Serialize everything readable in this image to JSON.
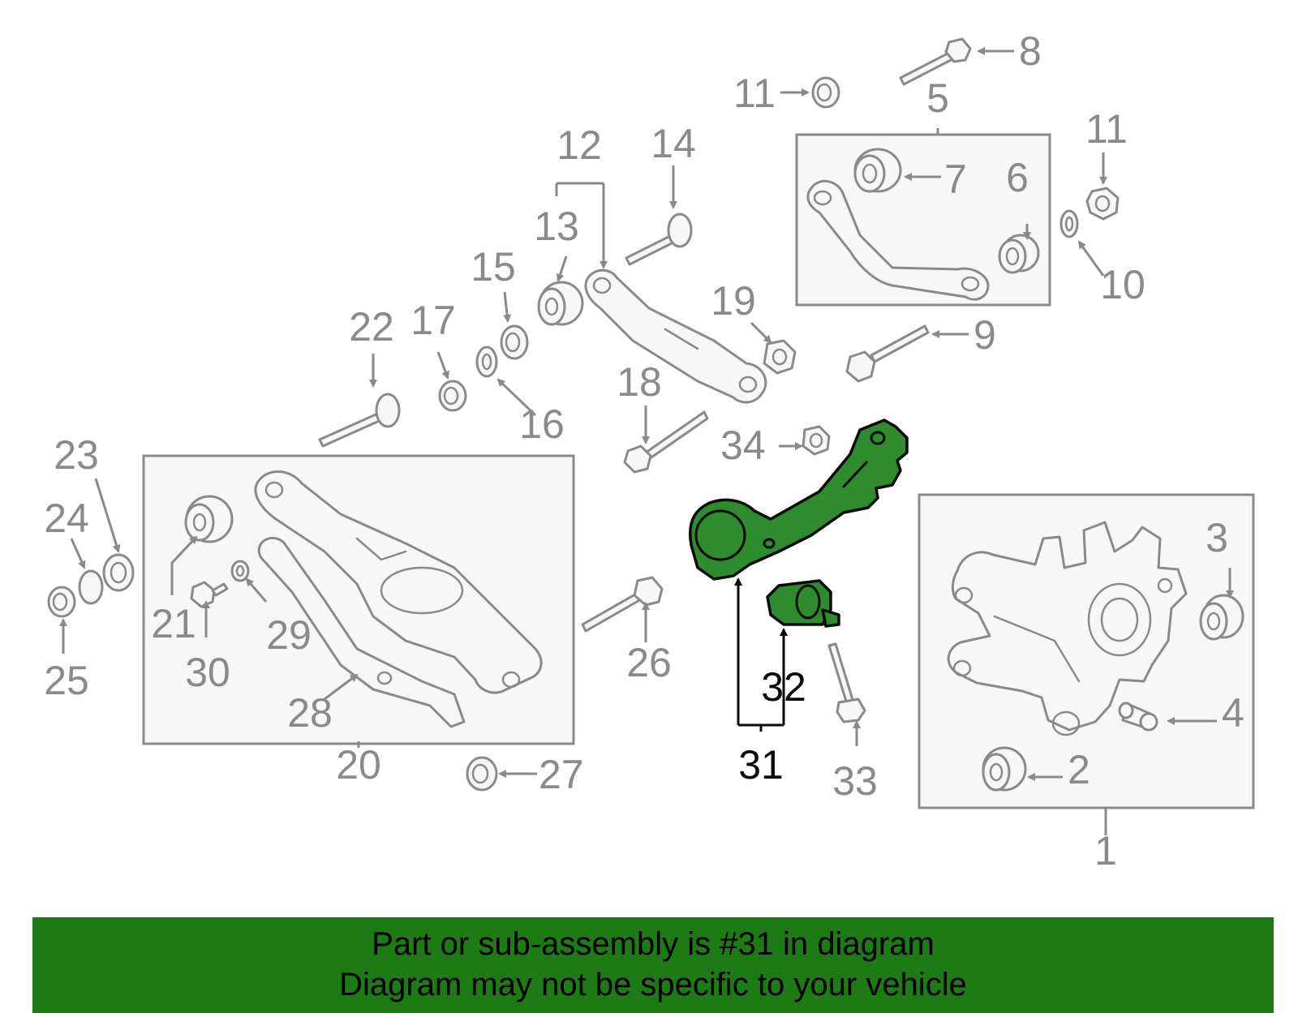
{
  "callouts": {
    "c1": "1",
    "c2": "2",
    "c3": "3",
    "c4": "4",
    "c5": "5",
    "c6": "6",
    "c7": "7",
    "c8": "8",
    "c9": "9",
    "c10": "10",
    "c11a": "11",
    "c11b": "11",
    "c12": "12",
    "c13": "13",
    "c14": "14",
    "c15": "15",
    "c16": "16",
    "c17": "17",
    "c18": "18",
    "c19": "19",
    "c20": "20",
    "c21": "21",
    "c22": "22",
    "c23": "23",
    "c24": "24",
    "c25": "25",
    "c26": "26",
    "c27": "27",
    "c28": "28",
    "c29": "29",
    "c30": "30",
    "c31": "31",
    "c32": "32",
    "c33": "33",
    "c34": "34"
  },
  "banner": {
    "line1": "Part or sub-assembly is #31 in diagram",
    "line2": "Diagram may not be specific to your vehicle"
  },
  "colors": {
    "highlight": "#2e8b2e",
    "banner": "#1e7a14",
    "line": "#8a8a8a"
  }
}
